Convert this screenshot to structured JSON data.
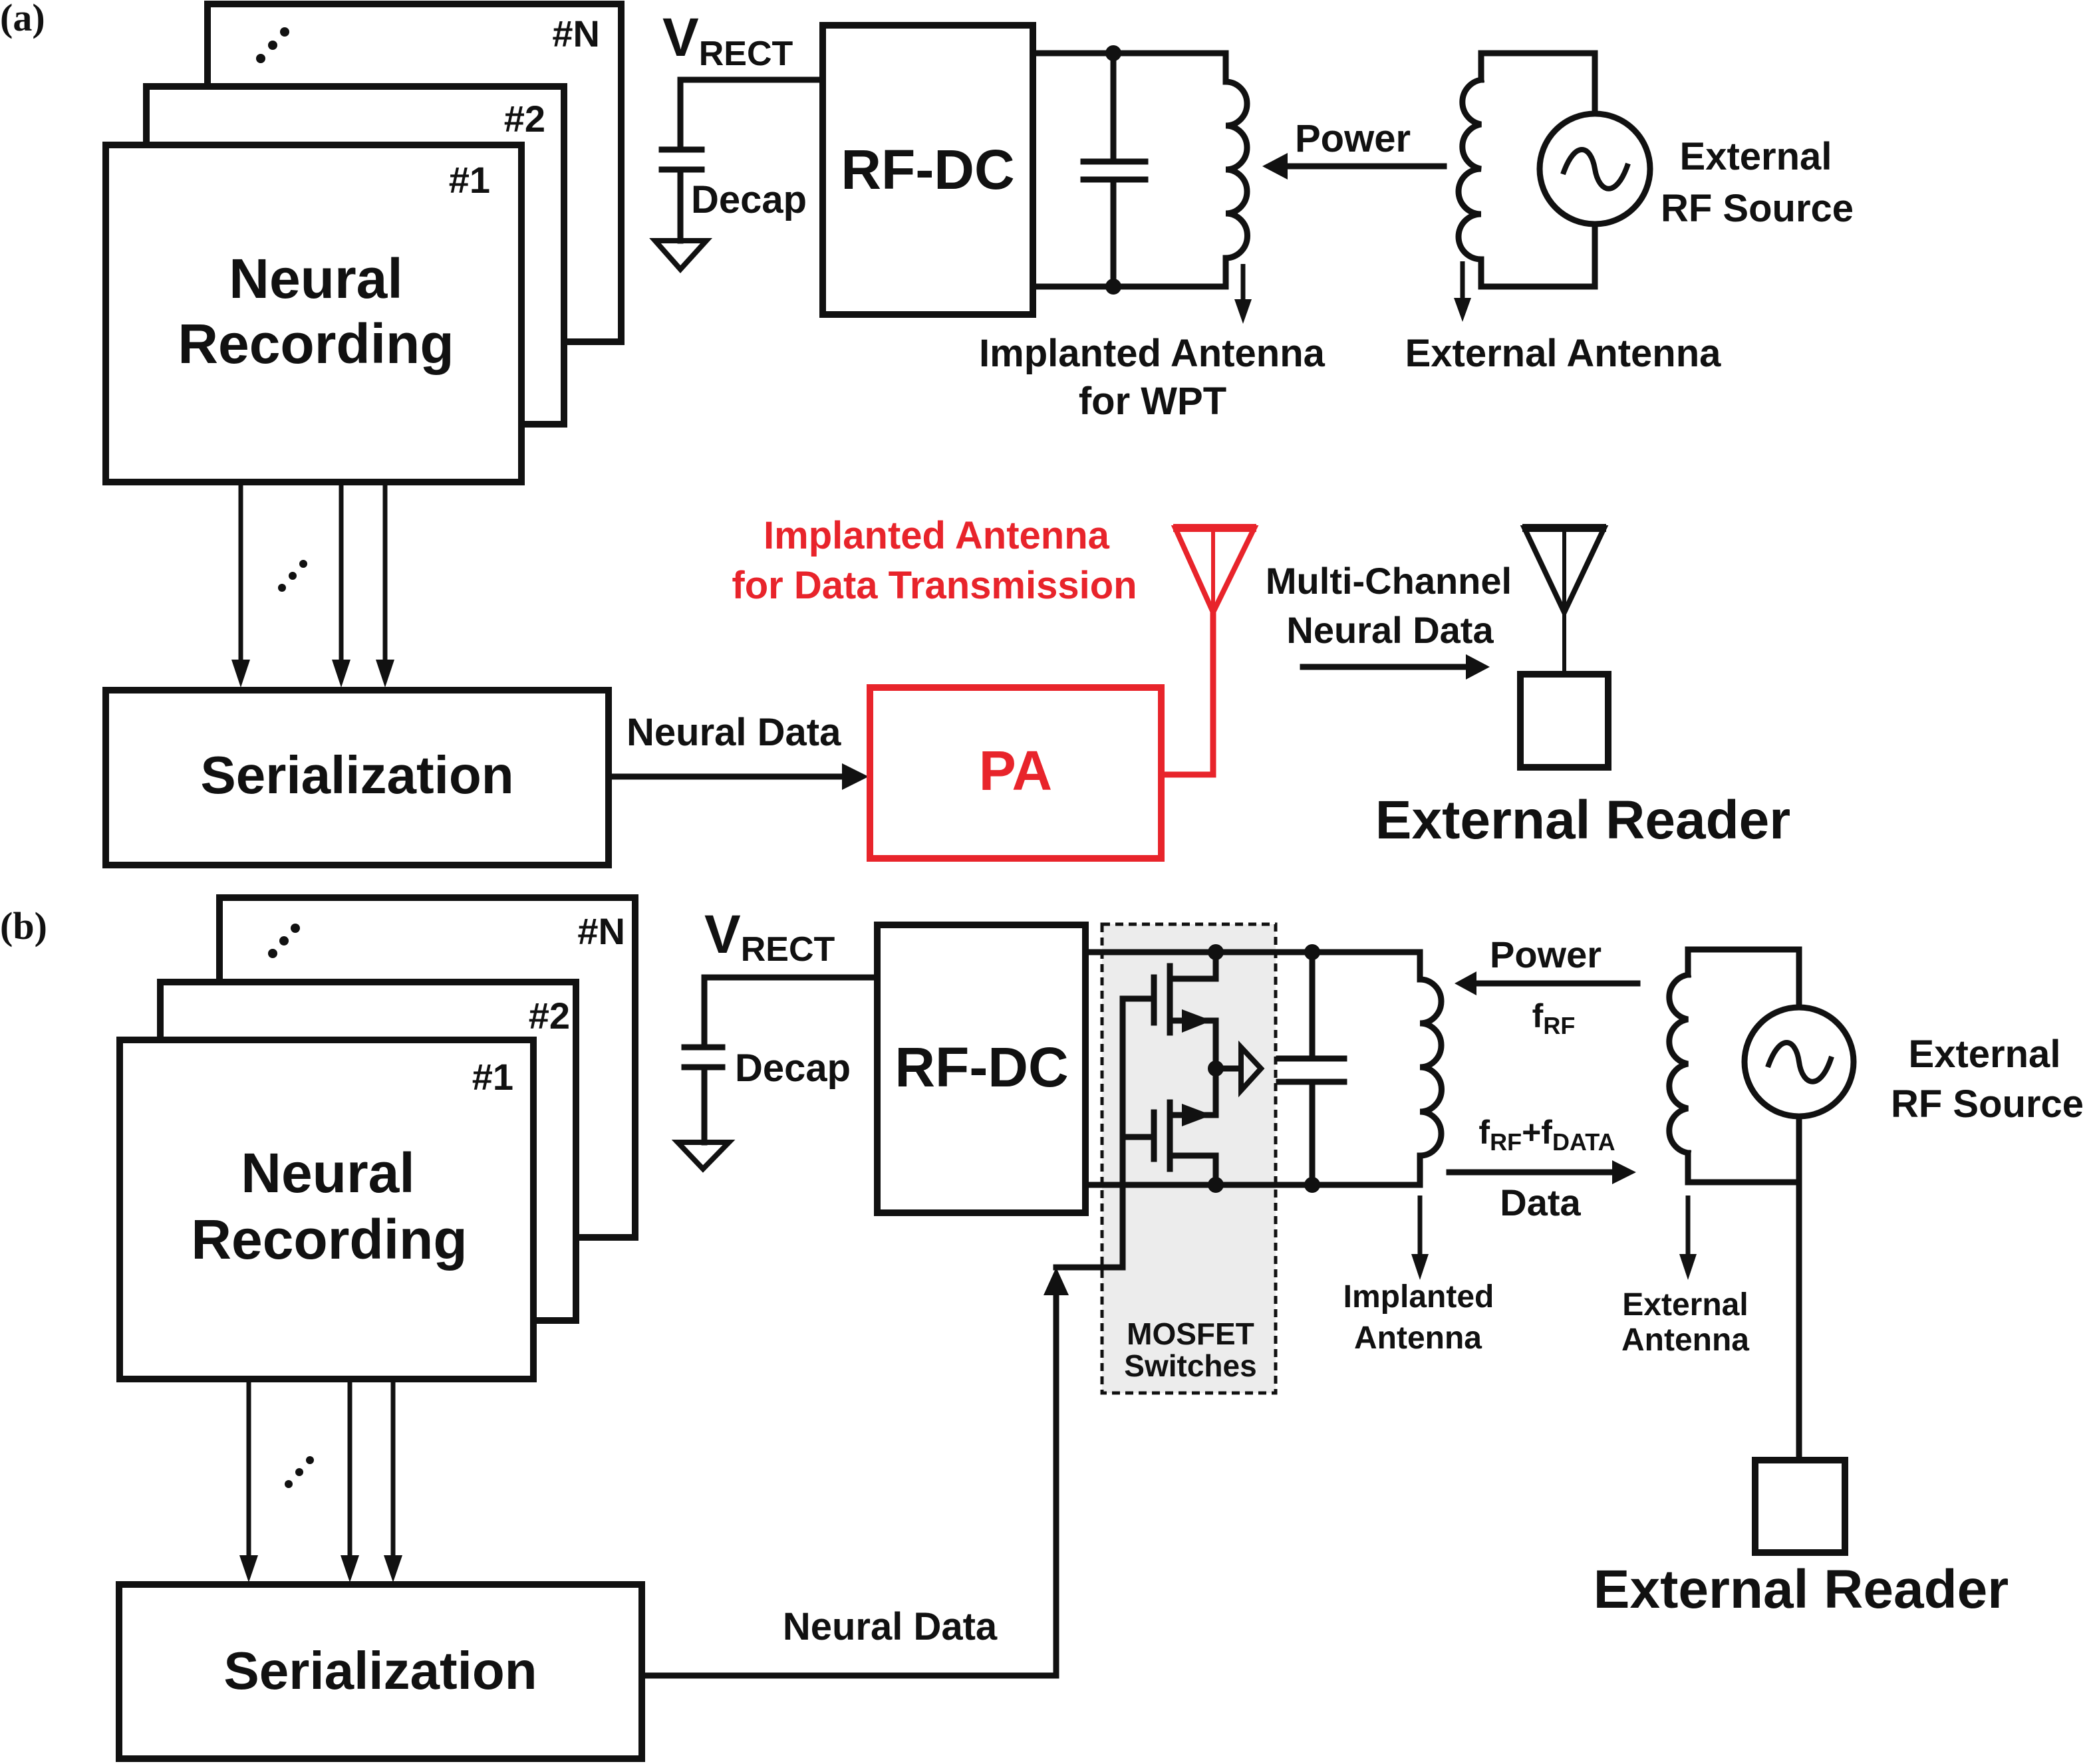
{
  "figure": {
    "panel_a": {
      "label": "(a)",
      "channels": {
        "n": "#N",
        "two": "#2",
        "one": "#1",
        "title_line1": "Neural",
        "title_line2": "Recording"
      },
      "vrect": {
        "main": "V",
        "sub": "RECT"
      },
      "decap": "Decap",
      "rfdc": "RF-DC",
      "power": "Power",
      "external_source_line1": "External",
      "external_source_line2": "RF Source",
      "implanted_wpt_line1": "Implanted Antenna",
      "implanted_wpt_line2": "for WPT",
      "external_antenna": "External Antenna",
      "serialization": "Serialization",
      "neural_data": "Neural Data",
      "pa": "PA",
      "implanted_data_line1": "Implanted Antenna",
      "implanted_data_line2": "for Data Transmission",
      "multichannel_line1": "Multi-Channel",
      "multichannel_line2": "Neural Data",
      "external_reader": "External Reader"
    },
    "panel_b": {
      "label": "(b)",
      "channels": {
        "n": "#N",
        "two": "#2",
        "one": "#1",
        "title_line1": "Neural",
        "title_line2": "Recording"
      },
      "vrect": {
        "main": "V",
        "sub": "RECT"
      },
      "decap": "Decap",
      "rfdc": "RF-DC",
      "mosfet_line1": "MOSFET",
      "mosfet_line2": "Switches",
      "power": "Power",
      "f_rf": {
        "main": "f",
        "sub": "RF"
      },
      "f_sum": {
        "f1": "f",
        "sub1": "RF",
        "plus": "+",
        "f2": "f",
        "sub2": "DATA"
      },
      "data": "Data",
      "implanted_line1": "Implanted",
      "implanted_line2": "Antenna",
      "external_ant_line1": "External",
      "external_ant_line2": "Antenna",
      "external_source_line1": "External",
      "external_source_line2": "RF Source",
      "serialization": "Serialization",
      "neural_data": "Neural Data",
      "external_reader": "External Reader"
    },
    "colors": {
      "wire": "#111111",
      "highlight": "#e8242b",
      "switch_region": "#ececec"
    }
  }
}
